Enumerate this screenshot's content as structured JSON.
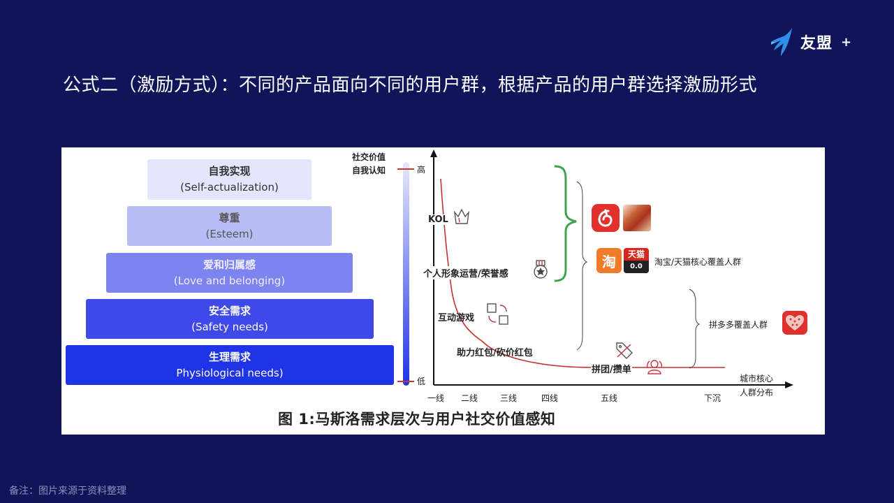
{
  "brand": {
    "logo_text": "友盟",
    "logo_plus": "+",
    "accent": "#2f8ee8"
  },
  "slide": {
    "title": "公式二（激励方式）：不同的产品面向不同的用户群，根据产品的用户群选择激励形式",
    "background": "#10155a",
    "footnote": "备注：图片来源于资料整理"
  },
  "figure": {
    "caption": "图 1:马斯洛需求层次与用户社交价值感知",
    "pyramid": [
      {
        "zh": "自我实现",
        "en": "(Self-actualization)",
        "color": "#e4e6fb",
        "text_color": "#333"
      },
      {
        "zh": "尊重",
        "en": "(Esteem)",
        "color": "#b9bdf5",
        "text_color": "#555"
      },
      {
        "zh": "爱和归属感",
        "en": "(Love and belonging)",
        "color": "#7d84f0",
        "text_color": "#eef"
      },
      {
        "zh": "安全需求",
        "en": "(Safety needs)",
        "color": "#3f49ea",
        "text_color": "#fff"
      },
      {
        "zh": "生理需求",
        "en": "Physiological needs)",
        "color": "#1e34e6",
        "text_color": "#fff"
      }
    ],
    "scale": {
      "label_line1": "社交价值",
      "label_line2": "自我认知",
      "high": "高",
      "low": "低"
    },
    "axis": {
      "x_label_line1": "城市核心",
      "x_label_line2": "人群分布",
      "x_ticks": [
        "一线",
        "二线",
        "三线",
        "四线",
        "五线",
        "下沉"
      ]
    },
    "incentives": [
      {
        "label": "KOL",
        "icon": "crown-icon"
      },
      {
        "label": "个人形象运营/荣誉感",
        "icon": "medal-icon"
      },
      {
        "label": "互动游戏",
        "icon": "game-swap-icon"
      },
      {
        "label": "助力红包/砍价红包",
        "icon": "discount-tag-icon"
      },
      {
        "label": "拼团/攒单",
        "icon": "group-users-icon"
      }
    ],
    "groups": [
      {
        "label": "淘宝/天猫核心覆盖人群",
        "apps": [
          "NetEase Cloud Music",
          "Artwork app",
          "淘",
          "天猫"
        ]
      },
      {
        "label": "拼多多覆盖人群",
        "apps": [
          "拼多多"
        ]
      }
    ],
    "app_icon_text": {
      "taobao": "淘",
      "tmall": "天猫",
      "tmall_face": "0.0"
    }
  }
}
